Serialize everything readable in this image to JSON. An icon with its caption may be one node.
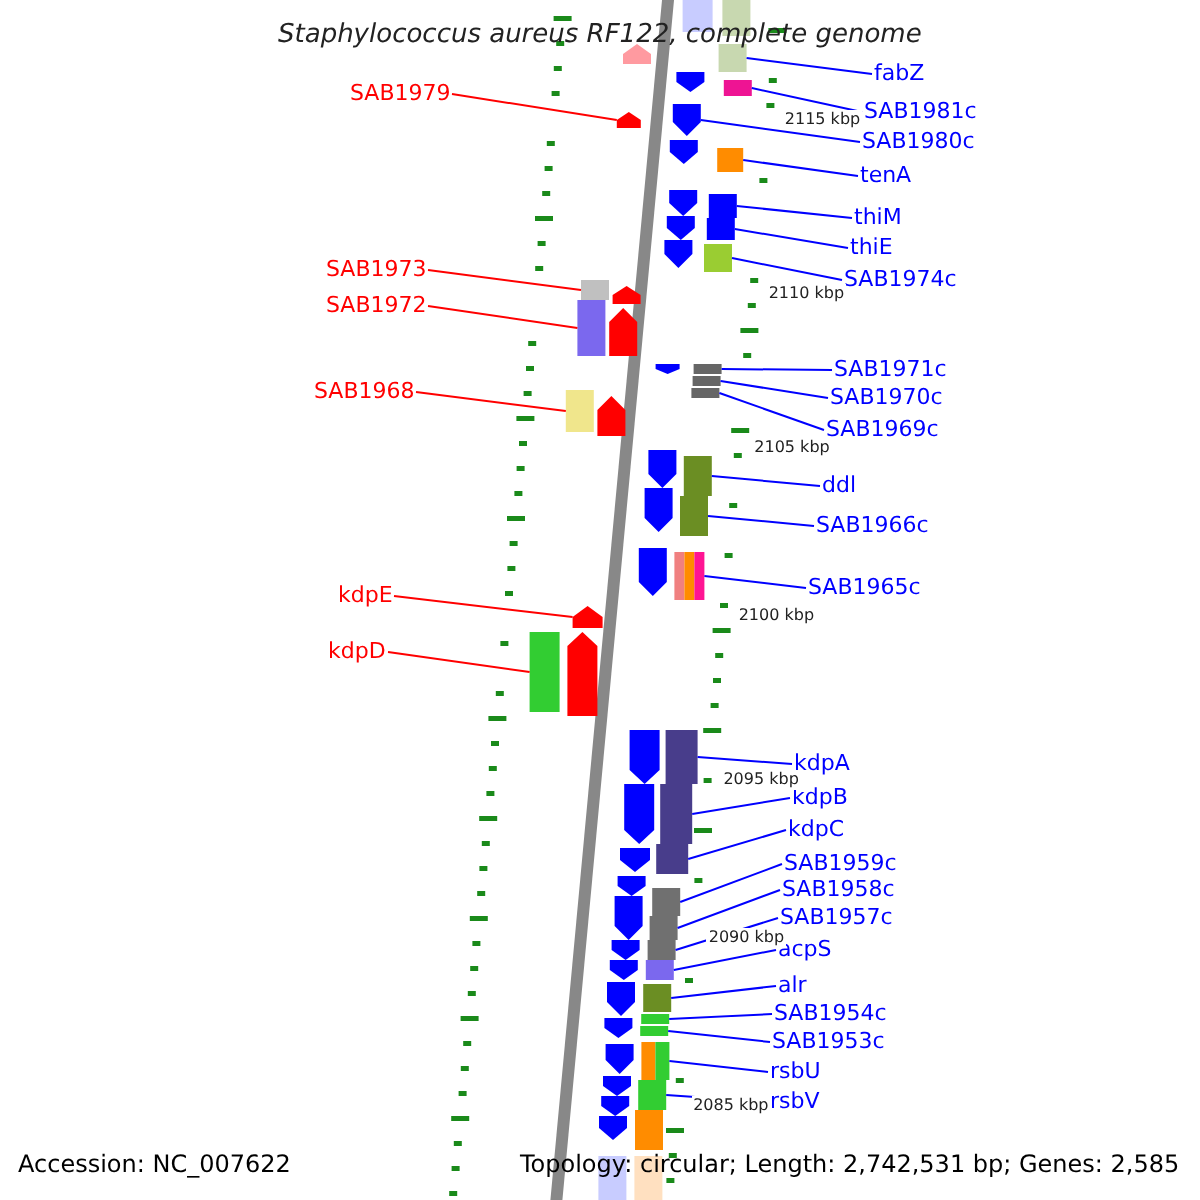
{
  "diagram": {
    "title": "Staphylococcus aureus RF122, complete genome",
    "nodes": [
      {
        "text": [
          "SAB1979"
        ]
      },
      {
        "text": [
          "SAB1973"
        ]
      },
      {
        "text": [
          "SAB1972"
        ]
      },
      {
        "text": [
          "SAB1968"
        ]
      },
      {
        "text": [
          "kdpE"
        ]
      },
      {
        "text": [
          "kdpD"
        ]
      },
      {
        "text": [
          "fabZ"
        ]
      },
      {
        "text": [
          "SAB1981c"
        ]
      },
      {
        "text": [
          "SAB1980c"
        ]
      },
      {
        "text": [
          "tenA"
        ]
      },
      {
        "text": [
          "thiM"
        ]
      },
      {
        "text": [
          "thiE"
        ]
      },
      {
        "text": [
          "SAB1974c"
        ]
      },
      {
        "text": [
          "SAB1971c"
        ]
      },
      {
        "text": [
          "SAB1970c"
        ]
      },
      {
        "text": [
          "SAB1969c"
        ]
      },
      {
        "text": [
          "ddl"
        ]
      },
      {
        "text": [
          "SAB1966c"
        ]
      },
      {
        "text": [
          "SAB1965c"
        ]
      },
      {
        "text": [
          "kdpA"
        ]
      },
      {
        "text": [
          "kdpB"
        ]
      },
      {
        "text": [
          "kdpC"
        ]
      },
      {
        "text": [
          "SAB1959c"
        ]
      },
      {
        "text": [
          "SAB1958c"
        ]
      },
      {
        "text": [
          "SAB1957c"
        ]
      },
      {
        "text": [
          "acpS"
        ]
      },
      {
        "text": [
          "alr"
        ]
      },
      {
        "text": [
          "SAB1954c"
        ]
      },
      {
        "text": [
          "SAB1953c"
        ]
      },
      {
        "text": [
          "rsbU"
        ]
      },
      {
        "text": [
          "rsbV"
        ]
      },
      {
        "text": [],
        "shape": "arrow"
      },
      {
        "text": [],
        "shape": "bar"
      },
      {
        "text": [],
        "shape": "bar"
      },
      {
        "text": [],
        "shape": "bar"
      },
      {
        "text": [],
        "shape": "arrow"
      },
      {
        "text": [],
        "shape": "bar"
      },
      {
        "text": [],
        "shape": "bar"
      },
      {
        "text": [],
        "shape": "bar"
      },
      {
        "text": [],
        "shape": "arrow"
      },
      {
        "text": [],
        "shape": "bar"
      },
      {
        "text": [],
        "shape": "bar"
      },
      {
        "text": [],
        "shape": "bar"
      },
      {
        "text": [],
        "shape": "bar"
      },
      {
        "text": [],
        "shape": "bar"
      },
      {
        "text": [],
        "shape": "bar"
      },
      {
        "text": [],
        "shape": "bar"
      },
      {
        "text": [],
        "shape": "bar"
      },
      {
        "text": [],
        "shape": "bar"
      },
      {
        "text": [],
        "shape": "bar"
      },
      {
        "text": [],
        "shape": "bar"
      },
      {
        "text": [],
        "shape": "bar"
      },
      {
        "text": [],
        "shape": "bar"
      },
      {
        "text": [],
        "shape": "bar"
      },
      {
        "text": [],
        "shape": "bar"
      },
      {
        "text": [],
        "shape": "bar"
      },
      {
        "text": [],
        "shape": "bar"
      },
      {
        "text": [],
        "shape": "bar"
      },
      {
        "text": [],
        "shape": "bar"
      },
      {
        "text": [],
        "shape": "bar"
      },
      {
        "text": [],
        "shape": "bar"
      },
      {
        "text": [],
        "shape": "bar"
      },
      {
        "text": [],
        "shape": "arrow"
      },
      {
        "text": [],
        "shape": "arrow"
      },
      {
        "text": [],
        "shape": "arrow"
      },
      {
        "text": [],
        "shape": "bar"
      },
      {
        "text": [],
        "shape": "bar"
      },
      {
        "text": [],
        "shape": "arrow"
      },
      {
        "text": [],
        "shape": "arrow"
      },
      {
        "text": [],
        "shape": "arrow"
      },
      {
        "text": [],
        "shape": "arrow"
      },
      {
        "text": [],
        "shape": "arrow"
      },
      {
        "text": [],
        "shape": "arrow"
      },
      {
        "text": [],
        "shape": "arrow"
      },
      {
        "text": [],
        "shape": "arrow"
      },
      {
        "text": [],
        "shape": "arrow"
      },
      {
        "text": [],
        "shape": "arrow"
      },
      {
        "text": [],
        "shape": "arrow"
      },
      {
        "text": [],
        "shape": "arrow"
      },
      {
        "text": [],
        "shape": "arrow"
      },
      {
        "text": [],
        "shape": "arrow"
      },
      {
        "text": [],
        "shape": "arrow"
      },
      {
        "text": [],
        "shape": "arrow"
      },
      {
        "text": [],
        "shape": "arrow"
      },
      {
        "text": [],
        "shape": "arrow"
      },
      {
        "text": [],
        "shape": "arrow"
      },
      {
        "text": [],
        "shape": "arrow"
      },
      {
        "text": [],
        "shape": "arrow"
      },
      {
        "text": [],
        "shape": "arrow"
      },
      {
        "text": [],
        "shape": "arrow"
      },
      {
        "text": [],
        "shape": "arrow"
      },
      {
        "text": [],
        "shape": "bar"
      },
      {
        "text": [],
        "shape": "bar"
      },
      {
        "text": [],
        "shape": "bar"
      }
    ],
    "edges": [
      {
        "from": 0,
        "to": 31,
        "arrow": "none",
        "color": "#ff0000"
      },
      {
        "from": 1,
        "to": 32,
        "arrow": "none",
        "color": "#ff0000"
      },
      {
        "from": 2,
        "to": 33,
        "arrow": "none",
        "color": "#ff0000"
      },
      {
        "from": 3,
        "to": 34,
        "arrow": "none",
        "color": "#ff0000"
      },
      {
        "from": 4,
        "to": 35,
        "arrow": "none",
        "color": "#ff0000"
      },
      {
        "from": 5,
        "to": 36,
        "arrow": "none",
        "color": "#ff0000"
      },
      {
        "from": 6,
        "to": 37,
        "arrow": "none"
      },
      {
        "from": 7,
        "to": 38,
        "arrow": "none"
      },
      {
        "from": 8,
        "to": 39,
        "arrow": "none"
      },
      {
        "from": 9,
        "to": 40,
        "arrow": "none"
      },
      {
        "from": 10,
        "to": 41,
        "arrow": "none"
      },
      {
        "from": 11,
        "to": 42,
        "arrow": "none"
      },
      {
        "from": 12,
        "to": 43,
        "arrow": "none"
      },
      {
        "from": 13,
        "to": 44,
        "arrow": "none"
      },
      {
        "from": 14,
        "to": 45,
        "arrow": "none"
      },
      {
        "from": 15,
        "to": 46,
        "arrow": "none"
      },
      {
        "from": 16,
        "to": 47,
        "arrow": "none"
      },
      {
        "from": 17,
        "to": 48,
        "arrow": "none"
      },
      {
        "from": 18,
        "to": 49,
        "arrow": "none"
      },
      {
        "from": 19,
        "to": 50,
        "arrow": "none"
      },
      {
        "from": 20,
        "to": 51,
        "arrow": "none"
      },
      {
        "from": 21,
        "to": 52,
        "arrow": "none"
      },
      {
        "from": 22,
        "to": 53,
        "arrow": "none"
      },
      {
        "from": 23,
        "to": 54,
        "arrow": "none"
      },
      {
        "from": 24,
        "to": 55,
        "arrow": "none"
      },
      {
        "from": 25,
        "to": 56,
        "arrow": "none"
      },
      {
        "from": 26,
        "to": 57,
        "arrow": "none"
      },
      {
        "from": 27,
        "to": 58,
        "arrow": "none"
      },
      {
        "from": 28,
        "to": 59,
        "arrow": "none"
      },
      {
        "from": 29,
        "to": 60,
        "arrow": "none"
      },
      {
        "from": 30,
        "to": 61,
        "arrow": "none"
      }
    ],
    "labels": [
      "2115 kbp",
      "2110 kbp",
      "2105 kbp",
      "2100 kbp",
      "2095 kbp",
      "2090 kbp",
      "2085 kbp",
      "Accession: NC_007622",
      "Topology: circular; Length: 2,742,531 bp; Genes: 2,585"
    ]
  }
}
